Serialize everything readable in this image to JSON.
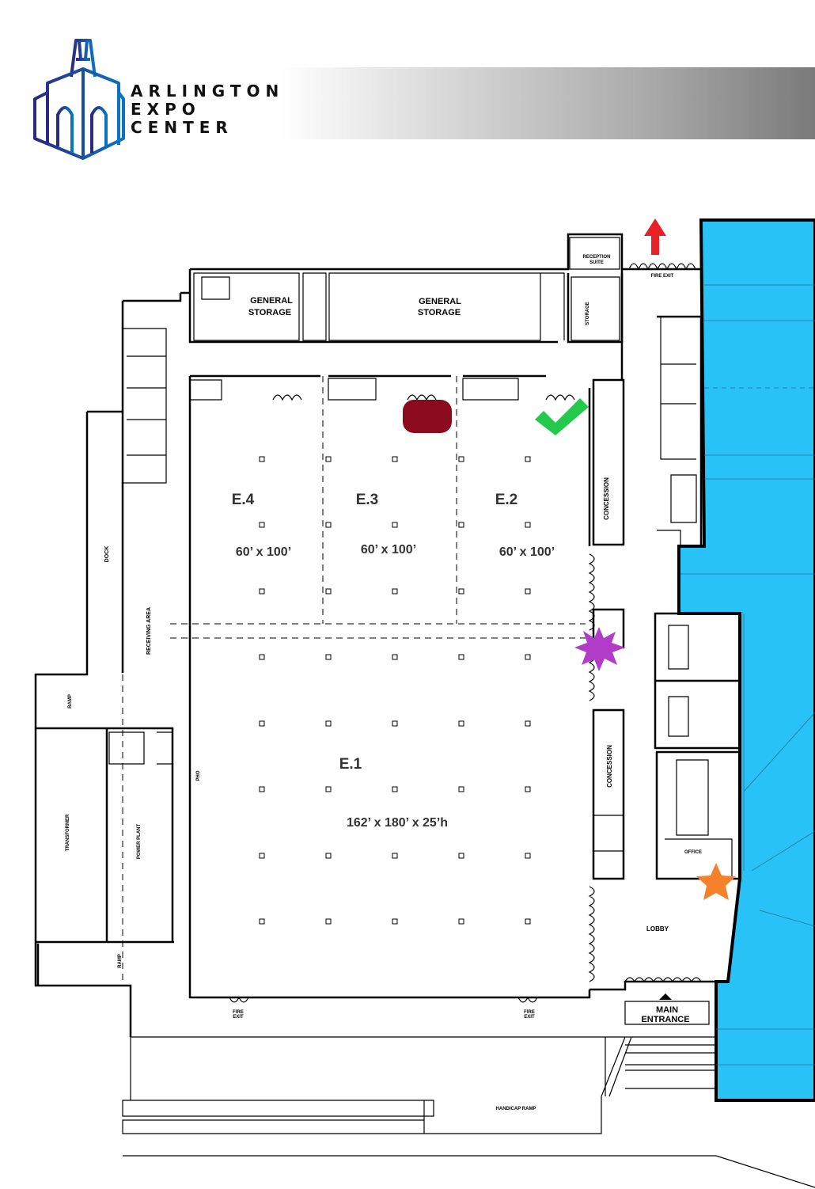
{
  "logo": {
    "line1": "ARLINGTON",
    "line2": "EXPO",
    "line3": "CENTER"
  },
  "rooms": {
    "storage_left": [
      "GENERAL",
      "STORAGE"
    ],
    "storage_right": [
      "GENERAL",
      "STORAGE"
    ],
    "reception": [
      "RECEPTION",
      "SUITE"
    ],
    "storage_small": "STORAGE",
    "fire_exit": "FIRE EXIT",
    "fire_exit_short": [
      "FIRE",
      "EXIT"
    ],
    "concession_upper": "CONCESSION",
    "concession_lower": "CONCESSION",
    "dock": "DOCK",
    "receiving": "RECEIVING AREA",
    "ramp_upper": "RAMP",
    "ramp_lower": "RAMP",
    "transformer": "TRANSFORMER",
    "power_plant": "POWER PLANT",
    "office": "OFFICE",
    "lobby": "LOBBY",
    "main_entrance": [
      "MAIN",
      "ENTRANCE"
    ],
    "handicap_ramp": "HANDICAP RAMP",
    "pho": "PHO"
  },
  "halls": [
    {
      "id": "E.4",
      "size": "60’ x 100’"
    },
    {
      "id": "E.3",
      "size": "60’ x 100’"
    },
    {
      "id": "E.2",
      "size": "60’ x 100’"
    },
    {
      "id": "E.1",
      "size": "162’ x 180’ x 25’h"
    }
  ],
  "markers": {
    "exit_arrow": "#e82127",
    "check": "#22c94a",
    "block": "#8b0a1e",
    "burst": "#b03cc8",
    "star": "#f5812a",
    "moon": "#1aa3e8"
  },
  "colors": {
    "adjacent_building": "#29c2f7"
  }
}
